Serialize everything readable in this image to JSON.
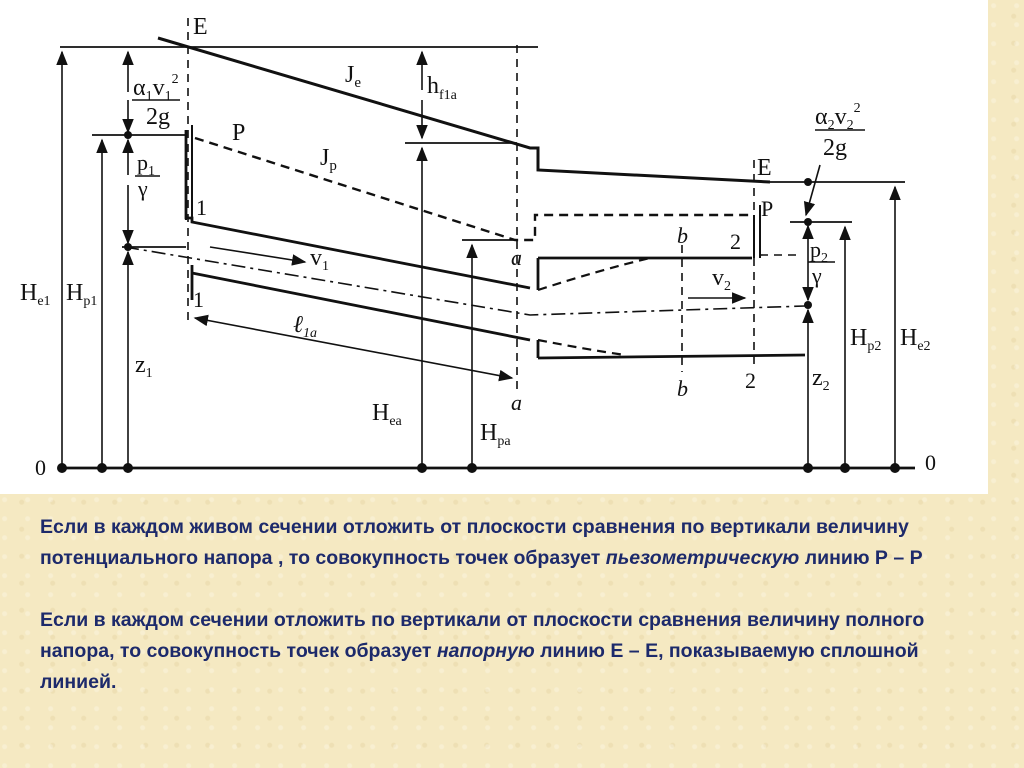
{
  "diagram": {
    "labels": {
      "E_top": "E",
      "E_right": "E",
      "P_left": "P",
      "P_right": "P",
      "Je": "J",
      "Je_sub": "e",
      "Jp": "J",
      "Jp_sub": "p",
      "hf": "h",
      "hf_sub": "f1a",
      "alpha1v1": "α",
      "alpha1v1_sub": "1",
      "alpha1v1_v": "v",
      "alpha1v1_vsub": "1",
      "alpha1v1_sup": "2",
      "over_2g_left": "2g",
      "alpha2v2": "α",
      "alpha2v2_sub": "2",
      "alpha2v2_v": "v",
      "alpha2v2_vsub": "2",
      "alpha2v2_sup": "2",
      "over_2g_right": "2g",
      "p1": "p",
      "p1_sub": "1",
      "gamma_left": "γ",
      "p2": "p",
      "p2_sub": "2",
      "gamma_right": "γ",
      "He1": "H",
      "He1_sub": "e1",
      "Hp1": "H",
      "Hp1_sub": "p1",
      "z1": "z",
      "z1_sub": "1",
      "z2": "z",
      "z2_sub": "2",
      "Hea": "H",
      "Hea_sub": "ea",
      "Hpa": "H",
      "Hpa_sub": "pa",
      "Hp2": "H",
      "Hp2_sub": "p2",
      "He2": "H",
      "He2_sub": "e2",
      "v1": "v",
      "v1_sub": "1",
      "v2": "v",
      "v2_sub": "2",
      "l1a": "ℓ",
      "l1a_sub": "1a",
      "sec1_top": "1",
      "sec1_bot": "1",
      "sec2_top": "2",
      "sec2_bot": "2",
      "seca_top": "a",
      "seca_bot": "a",
      "secb_top": "b",
      "secb_bot": "b",
      "zero_left": "0",
      "zero_right": "0"
    }
  },
  "text": {
    "p1_a": "Если в каждом живом сечении отложить от плоскости сравнения по вертикали величину потенциального напора , то совокупность точек образует ",
    "p1_em": "пьезометрическую",
    "p1_b": " линию Р – Р",
    "p2_a": "Если в каждом сечении отложить по вертикали от плоскости сравнения величину полного напора, то совокупность точек образует ",
    "p2_em": "напорную",
    "p2_b": " линию Е – Е, показываемую сплошной линией."
  }
}
